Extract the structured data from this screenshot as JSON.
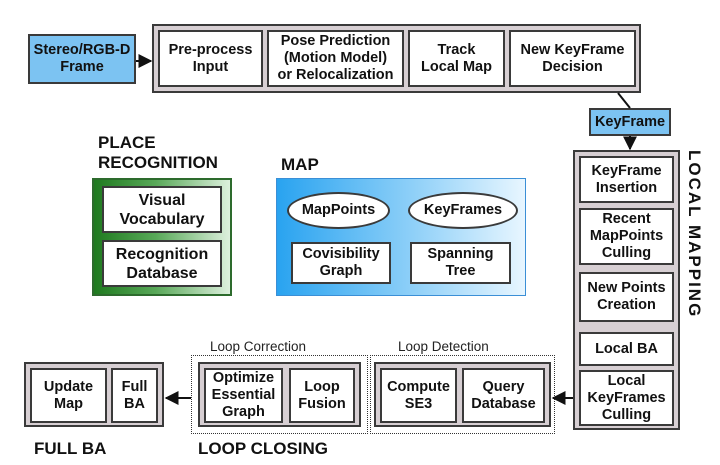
{
  "tracking": {
    "input": "Stereo/RGB-D\nFrame",
    "preprocess": "Pre-process\nInput",
    "pose": "Pose Prediction\n(Motion Model)\nor Relocalization",
    "track_map": "Track\nLocal Map",
    "kf_decision": "New KeyFrame\nDecision",
    "keyframe_label": "KeyFrame"
  },
  "place_recognition": {
    "title": "PLACE\nRECOGNITION",
    "vocabulary": "Visual\nVocabulary",
    "database": "Recognition\nDatabase"
  },
  "map": {
    "title": "MAP",
    "mappoints": "MapPoints",
    "keyframes": "KeyFrames",
    "covisibility": "Covisibility\nGraph",
    "spanning": "Spanning\nTree"
  },
  "local_mapping": {
    "title": "LOCAL MAPPING",
    "insertion": "KeyFrame\nInsertion",
    "culling": "Recent\nMapPoints\nCulling",
    "new_points": "New Points\nCreation",
    "local_ba": "Local BA",
    "kf_culling": "Local\nKeyFrames\nCulling"
  },
  "loop_closing": {
    "title": "LOOP CLOSING",
    "correction_title": "Loop Correction",
    "detection_title": "Loop Detection",
    "optimize": "Optimize\nEssential\nGraph",
    "fusion": "Loop\nFusion",
    "compute": "Compute\nSE3",
    "query": "Query\nDatabase"
  },
  "full_ba": {
    "title": "FULL BA",
    "update": "Update\nMap",
    "full": "Full\nBA"
  }
}
